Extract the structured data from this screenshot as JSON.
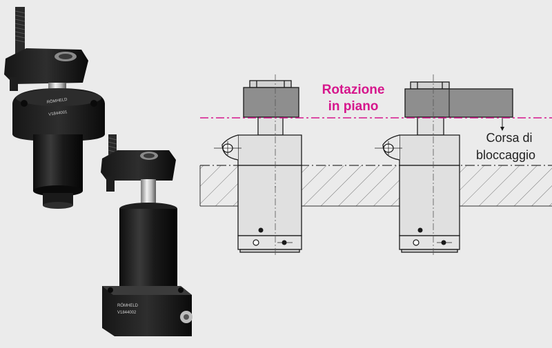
{
  "labels": {
    "rotation_line1": "Rotazione",
    "rotation_line2": "in piano",
    "stroke_line1": "Corsa di",
    "stroke_line2": "bloccaggio"
  },
  "product_markings": {
    "clamp_a_brand": "RÖMHELD",
    "clamp_a_model": "V1844001",
    "clamp_b_brand": "RÖMHELD",
    "clamp_b_model": "V1844002"
  },
  "colors": {
    "background": "#ebebeb",
    "accent_magenta": "#d6168c",
    "part_gray": "#8e8e8e",
    "body_light": "#dcdcdc",
    "outline": "#1a1a1a"
  }
}
